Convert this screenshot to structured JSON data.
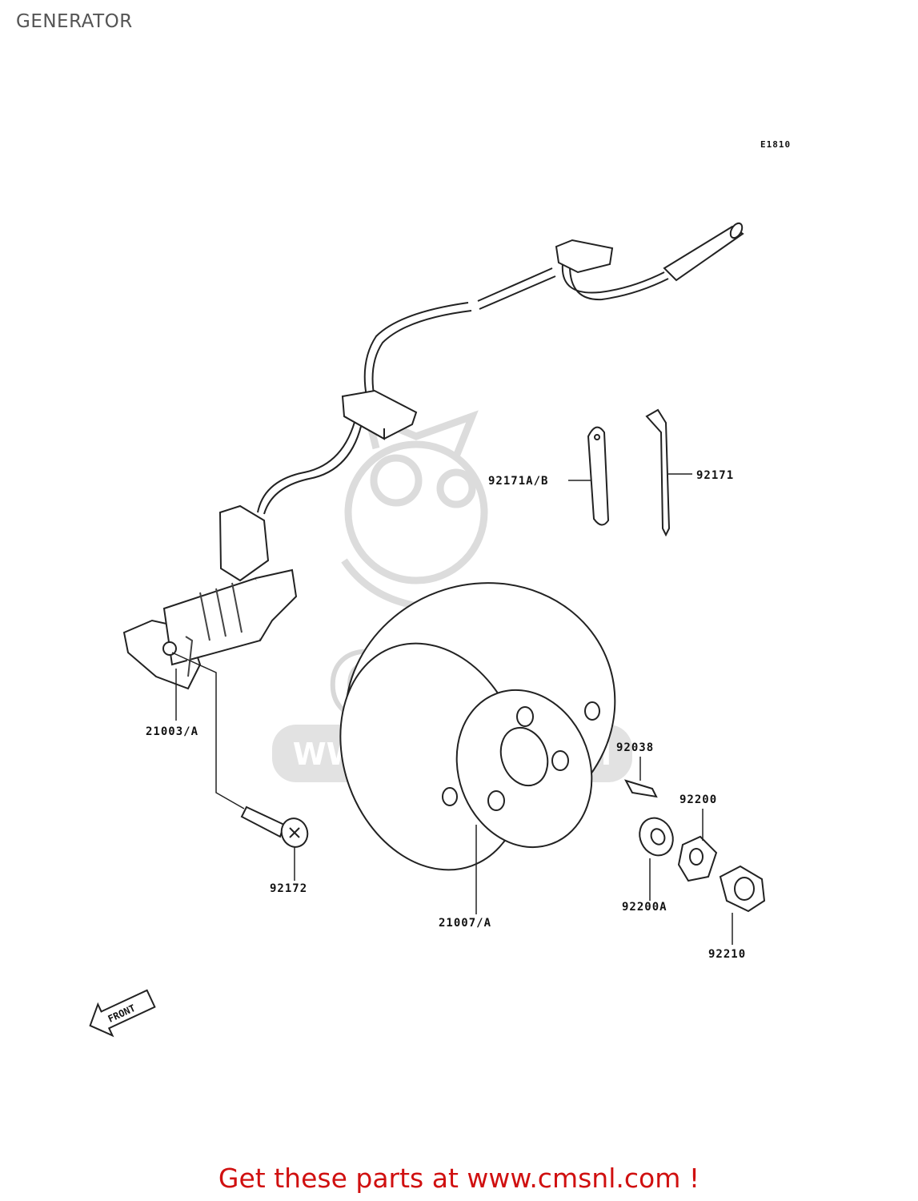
{
  "page": {
    "title": "GENERATOR"
  },
  "diagram": {
    "code": "E1810",
    "front_marker": "FRONT",
    "parts": [
      {
        "number": "92171A/B"
      },
      {
        "number": "92171"
      },
      {
        "number": "21003/A"
      },
      {
        "number": "92038"
      },
      {
        "number": "92200"
      },
      {
        "number": "92172"
      },
      {
        "number": "92200A"
      },
      {
        "number": "21007/A"
      },
      {
        "number": "92210"
      }
    ]
  },
  "watermark": {
    "brand": "CMS",
    "url": "WWW.CMSNL.COM",
    "color": "#dcdcdc"
  },
  "footer": {
    "text": "Get these parts at www.cmsnl.com !",
    "color": "#d01010"
  }
}
